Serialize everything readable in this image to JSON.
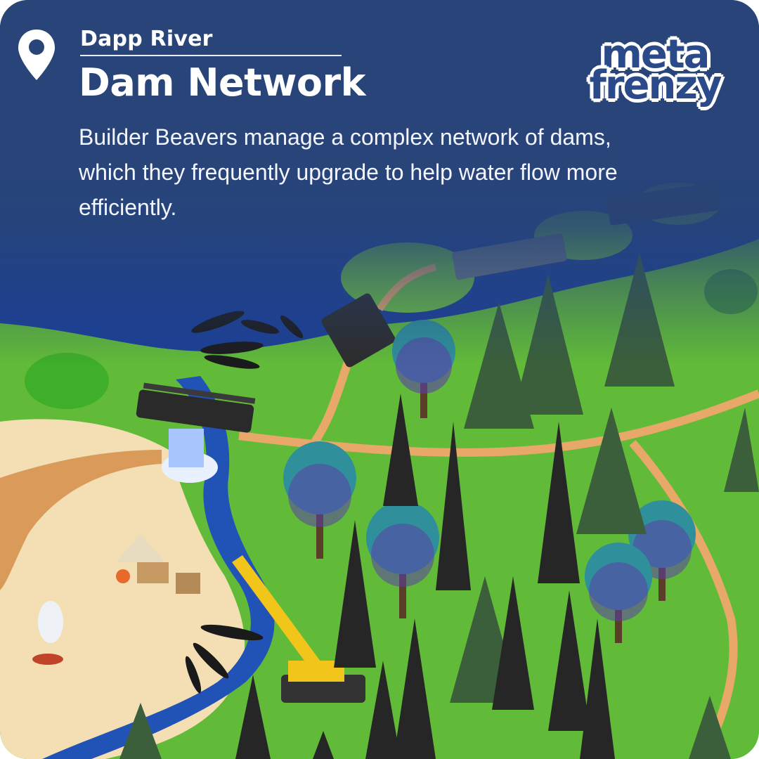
{
  "header": {
    "location_label": "Dapp River",
    "title": "Dam Network",
    "description": "Builder Beavers manage a complex network of dams, which they frequently upgrade to help water flow more efficiently."
  },
  "brand": {
    "logo_line1": "meta",
    "logo_line2": "frenzy"
  },
  "icons": {
    "location": "map-pin-icon"
  },
  "colors": {
    "header_blue": "#284478",
    "grass": "#5fb735",
    "river": "#1f4fb0",
    "sand": "#f2dcae",
    "path": "#e7a86a",
    "logo_text": "#2a4a8a"
  }
}
